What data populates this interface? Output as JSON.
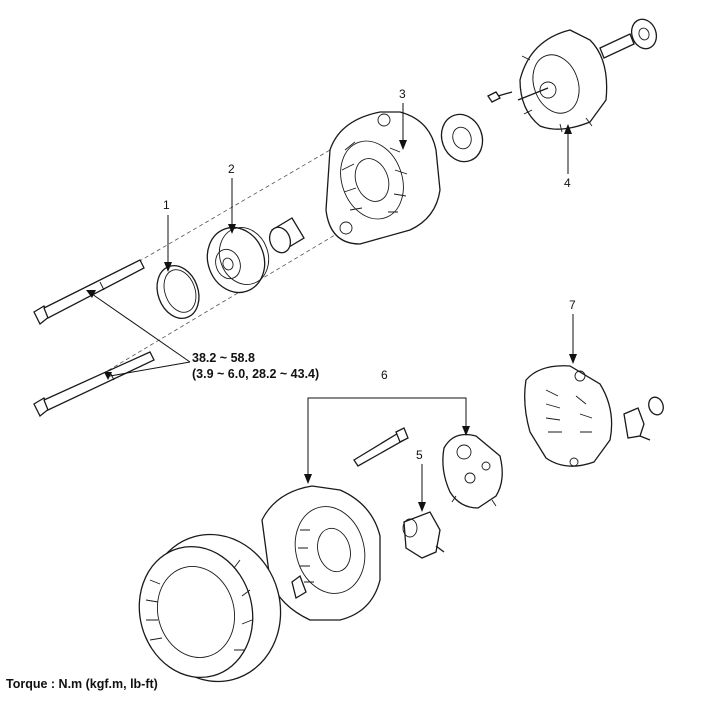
{
  "callouts": {
    "c1": "1",
    "c2": "2",
    "c3": "3",
    "c4": "4",
    "c5": "5",
    "c6": "6",
    "c7": "7"
  },
  "torque_spec": {
    "line1": "38.2 ~ 58.8",
    "line2": "(3.9 ~ 6.0, 28.2 ~ 43.4)"
  },
  "torque_footer": "Torque : N.m (kgf.m, lb-ft)"
}
